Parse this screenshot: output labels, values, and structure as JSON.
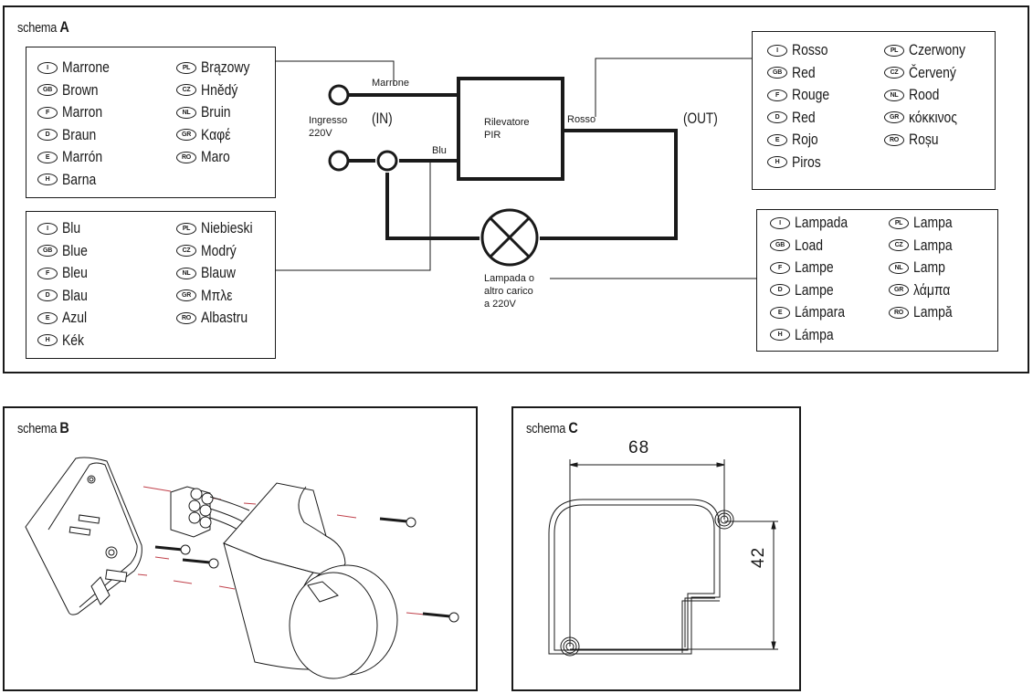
{
  "schema_a": {
    "title_prefix": "schema",
    "title_letter": "A",
    "legend_brown": {
      "left": [
        {
          "code": "I",
          "word": "Marrone"
        },
        {
          "code": "GB",
          "word": "Brown"
        },
        {
          "code": "F",
          "word": "Marron"
        },
        {
          "code": "D",
          "word": "Braun"
        },
        {
          "code": "E",
          "word": "Marrón"
        },
        {
          "code": "H",
          "word": "Barna"
        }
      ],
      "right": [
        {
          "code": "PL",
          "word": "Brązowy"
        },
        {
          "code": "CZ",
          "word": "Hnědý"
        },
        {
          "code": "NL",
          "word": "Bruin"
        },
        {
          "code": "GR",
          "word": "Καφέ"
        },
        {
          "code": "RO",
          "word": "Maro"
        }
      ]
    },
    "legend_blue": {
      "left": [
        {
          "code": "I",
          "word": "Blu"
        },
        {
          "code": "GB",
          "word": "Blue"
        },
        {
          "code": "F",
          "word": "Bleu"
        },
        {
          "code": "D",
          "word": "Blau"
        },
        {
          "code": "E",
          "word": "Azul"
        },
        {
          "code": "H",
          "word": "Kék"
        }
      ],
      "right": [
        {
          "code": "PL",
          "word": "Niebieski"
        },
        {
          "code": "CZ",
          "word": "Modrý"
        },
        {
          "code": "NL",
          "word": "Blauw"
        },
        {
          "code": "GR",
          "word": "Μπλε"
        },
        {
          "code": "RO",
          "word": "Albastru"
        }
      ]
    },
    "legend_red": {
      "left": [
        {
          "code": "I",
          "word": "Rosso"
        },
        {
          "code": "GB",
          "word": "Red"
        },
        {
          "code": "F",
          "word": "Rouge"
        },
        {
          "code": "D",
          "word": "Red"
        },
        {
          "code": "E",
          "word": "Rojo"
        },
        {
          "code": "H",
          "word": "Piros"
        }
      ],
      "right": [
        {
          "code": "PL",
          "word": "Czerwony"
        },
        {
          "code": "CZ",
          "word": "Červený"
        },
        {
          "code": "NL",
          "word": "Rood"
        },
        {
          "code": "GR",
          "word": "κόκκινος"
        },
        {
          "code": "RO",
          "word": "Roșu"
        }
      ]
    },
    "legend_lamp": {
      "left": [
        {
          "code": "I",
          "word": "Lampada"
        },
        {
          "code": "GB",
          "word": "Load"
        },
        {
          "code": "F",
          "word": "Lampe"
        },
        {
          "code": "D",
          "word": "Lampe"
        },
        {
          "code": "E",
          "word": "Lámpara"
        },
        {
          "code": "H",
          "word": "Lámpa"
        }
      ],
      "right": [
        {
          "code": "PL",
          "word": "Lampa"
        },
        {
          "code": "CZ",
          "word": "Lampa"
        },
        {
          "code": "NL",
          "word": "Lamp"
        },
        {
          "code": "GR",
          "word": "λάμπα"
        },
        {
          "code": "RO",
          "word": "Lampă"
        }
      ]
    },
    "circuit": {
      "wire_brown_label": "Marrone",
      "wire_blue_label": "Blu",
      "wire_red_label": "Rosso",
      "input_label_line1": "Ingresso",
      "input_label_line2": "220V",
      "in_label": "(IN)",
      "out_label": "(OUT)",
      "detector_line1": "Rilevatore",
      "detector_line2": "PIR",
      "lamp_label_line1": "Lampada o",
      "lamp_label_line2": "altro carico",
      "lamp_label_line3": "a 220V"
    }
  },
  "schema_b": {
    "title_prefix": "schema",
    "title_letter": "B",
    "guide_color": "#c0404a"
  },
  "schema_c": {
    "title_prefix": "schema",
    "title_letter": "C",
    "dimension_width": "68",
    "dimension_height": "42"
  }
}
